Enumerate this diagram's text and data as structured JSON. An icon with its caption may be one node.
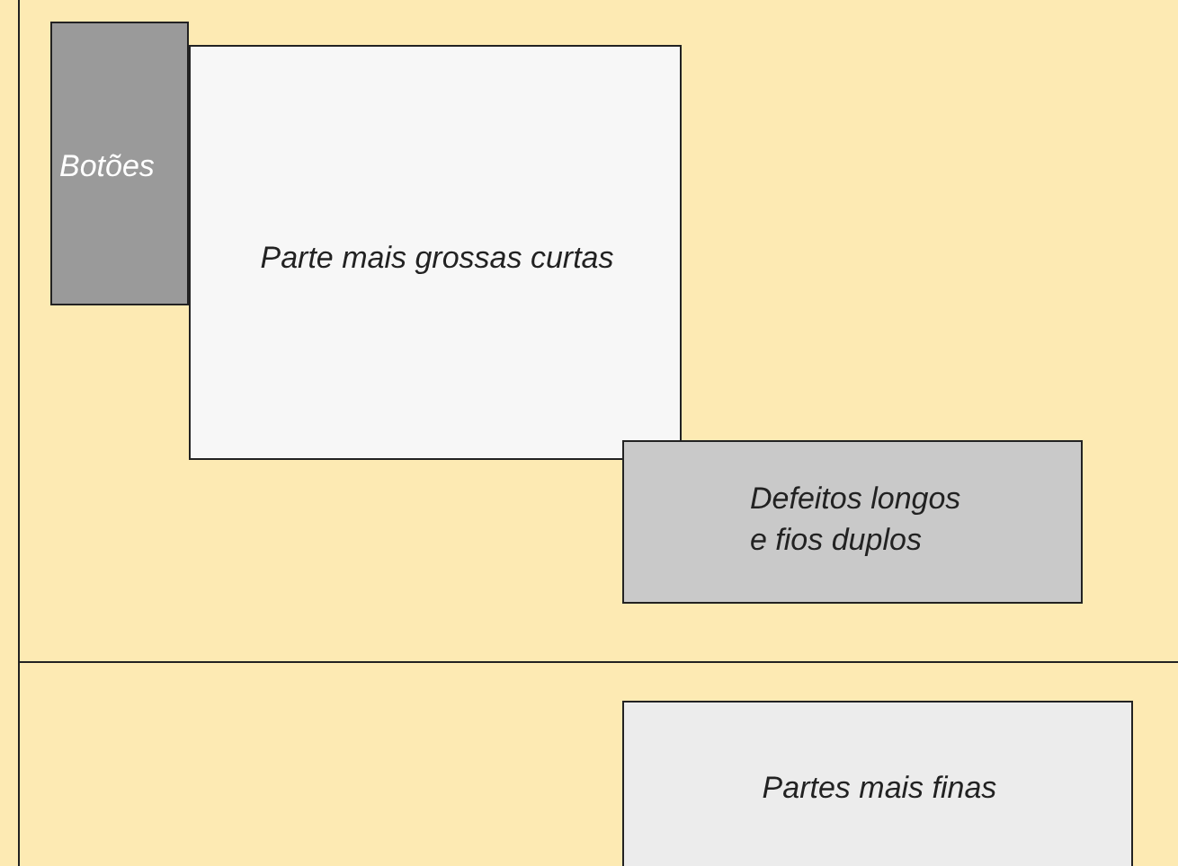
{
  "diagram": {
    "nodes": [
      {
        "text": [
          "Botões"
        ]
      },
      {
        "text": [
          "Parte mais grossas curtas"
        ]
      },
      {
        "text": [
          "Defeitos longos e fios duplos"
        ]
      },
      {
        "text": [
          "Partes mais finas"
        ]
      }
    ],
    "edges": []
  }
}
